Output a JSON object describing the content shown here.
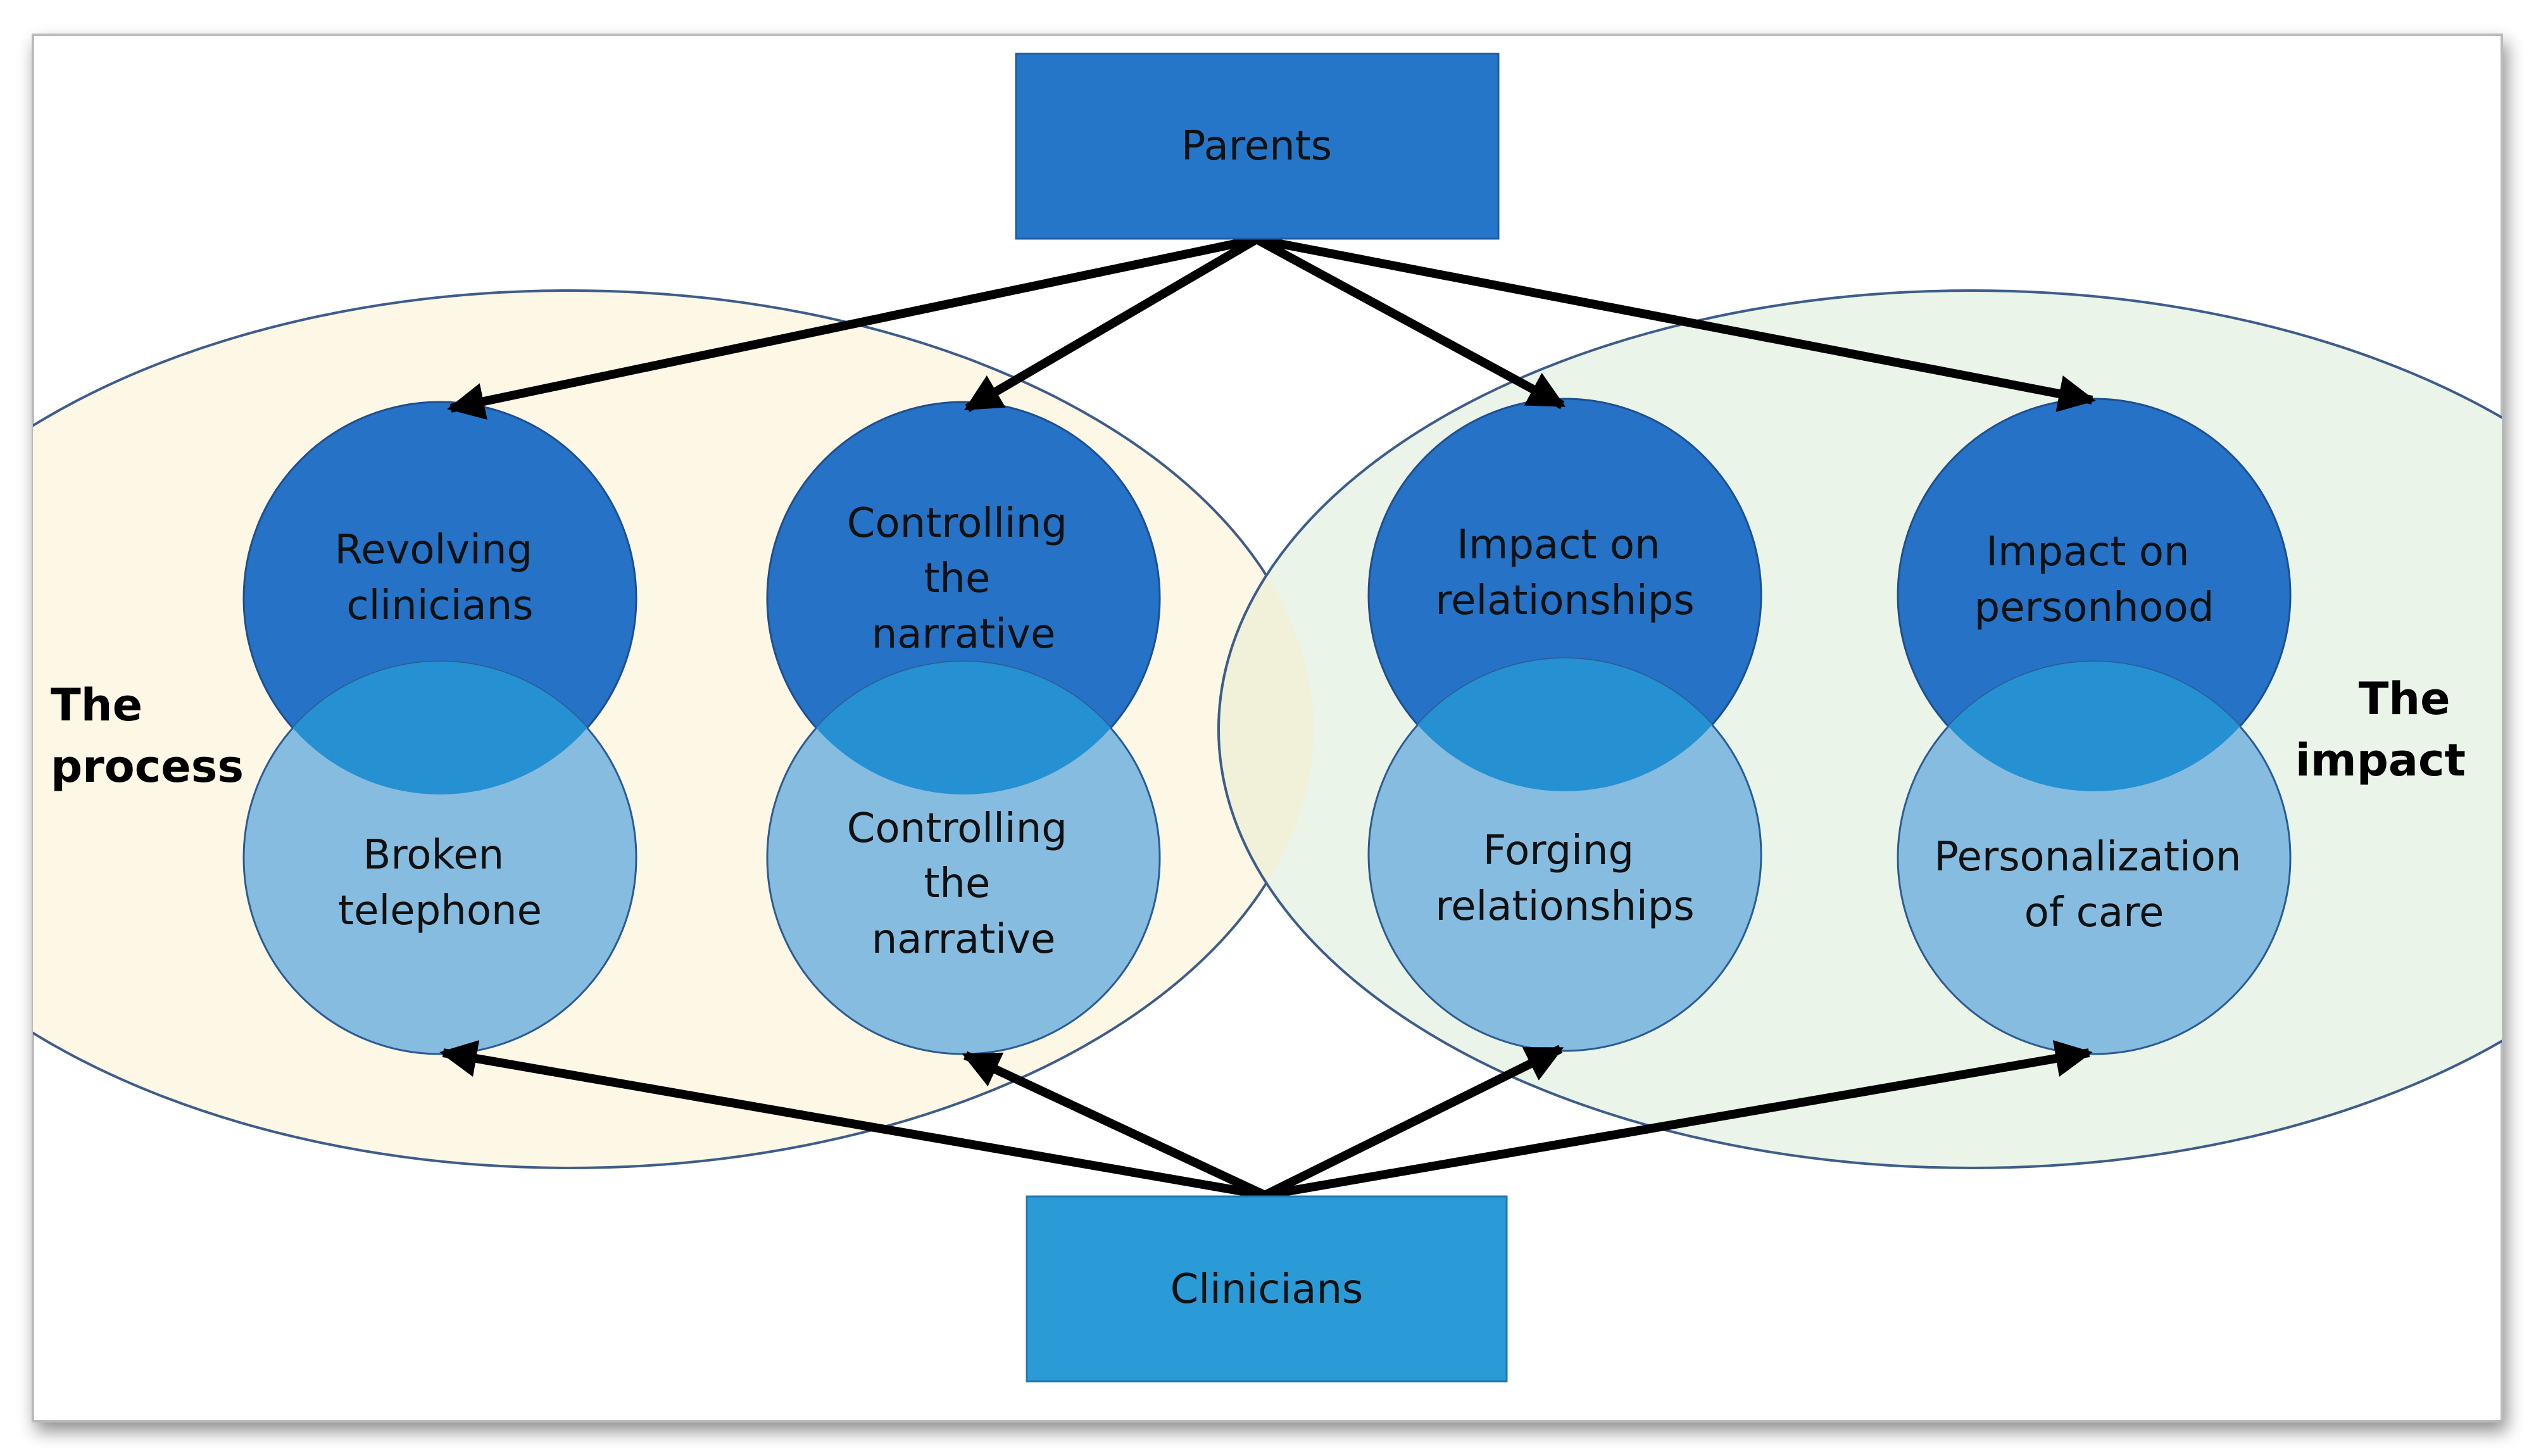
{
  "nodes": {
    "parents": {
      "label": "Parents"
    },
    "clinicians": {
      "label": "Clinicians"
    }
  },
  "groups": {
    "process": {
      "line1": "The",
      "line2": "process"
    },
    "impact": {
      "line1": "The",
      "line2": "impact"
    }
  },
  "themes": [
    {
      "top": [
        "Revolving",
        "clinicians"
      ],
      "bottom": [
        "Broken",
        "telephone"
      ]
    },
    {
      "top": [
        "Controlling",
        "the",
        "narrative"
      ],
      "bottom": [
        "Controlling",
        "the",
        "narrative"
      ]
    },
    {
      "top": [
        "Impact on",
        "relationships"
      ],
      "bottom": [
        "Forging",
        "relationships"
      ]
    },
    {
      "top": [
        "Impact on",
        "personhood"
      ],
      "bottom": [
        "Personalization",
        "of care"
      ]
    }
  ],
  "colors": {
    "parents_box": "#2576c9",
    "clinicians_box": "#2b9bd8",
    "top_circle": "#2572c6",
    "overlap": "#2590d2",
    "bottom_circle": "#86bce0",
    "process_ellipse": "#fdf7e6",
    "impact_ellipse": "#eaf4e8",
    "arrows": "#000000"
  }
}
